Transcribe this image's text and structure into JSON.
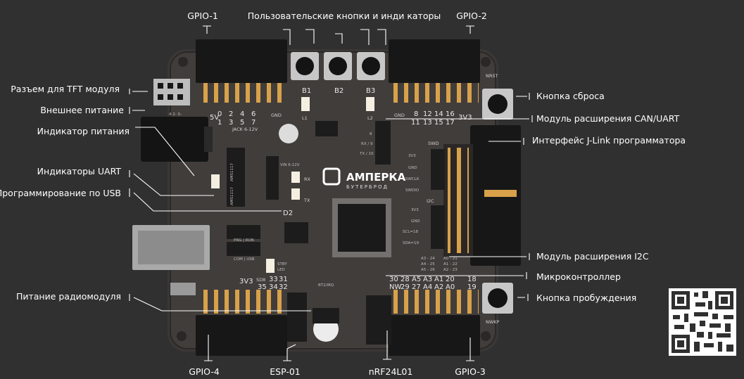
{
  "title": "Пользовательские кнопки и инди каторы",
  "labels": {
    "gpio1": "GPIO-1",
    "gpio2": "GPIO-2",
    "gpio3": "GPIO-3",
    "gpio4": "GPIO-4",
    "tft": "Разъем для TFT модуля",
    "ext_power": "Внешнее питание",
    "power_led": "Индикатор питания",
    "uart_leds": "Индикаторы UART",
    "usb_prog": "Программирование по USB",
    "radio_power": "Питание радиомодуля",
    "reset": "Кнопка сброса",
    "can_uart": "Модуль расширения CAN/UART",
    "jlink": "Интерфейс J-Link программатора",
    "i2c": "Модуль расширения I2C",
    "mcu": "Микроконтроллер",
    "wakeup": "Кнопка пробуждения",
    "esp01": "ESP-01",
    "nrf": "nRF24L01"
  },
  "board": {
    "brand": "АМПЕРКА",
    "brand_sub": "БУТЕРБРОД",
    "silk": {
      "b1": "B1",
      "b2": "B2",
      "b3": "B3",
      "l1": "L1",
      "l2": "L2",
      "nrst": "NRST",
      "nwkp": "NWKP",
      "v5": "5V",
      "gnd": "GND",
      "v3": "3V3",
      "jack": "JACK 6-12V",
      "vin": "VIN 6-12V",
      "rx": "RX",
      "tx": "TX",
      "d2": "D2",
      "swd": "SWD",
      "i2c": "I2C",
      "swclk": "SWCLK",
      "swdio": "SWDIO",
      "scl": "SCL=18",
      "sda": "SDA=19",
      "prg": "PRG | RUN",
      "com": "COM | USB",
      "stby": "STBY",
      "led": "LED",
      "bt": "BT2/IRQ",
      "ams": "AMS1117",
      "tft_pins": "4  2-  0-",
      "gpio1_top": [
        "0",
        "2",
        "4",
        "6"
      ],
      "gpio1_bot": [
        "1",
        "3",
        "5",
        "7"
      ],
      "gpio2_top": [
        "8",
        "12",
        "14",
        "16"
      ],
      "gpio2_bot": [
        "11",
        "13",
        "15",
        "17"
      ],
      "gpio3_top": [
        "30",
        "28",
        "A5",
        "A3",
        "A1",
        "20"
      ],
      "gpio3_bot": [
        "NW",
        "29",
        "27",
        "A4",
        "A2",
        "A0"
      ],
      "gpio3_side": [
        "18",
        "19"
      ],
      "gpio4_top": [
        "SD8",
        "33",
        "31"
      ],
      "gpio4_bot": [
        "35",
        "34",
        "32"
      ],
      "can_pins": [
        "8",
        "RX / 9",
        "TX / 10"
      ],
      "a_pins": [
        "A3 - 24",
        "A4 - 25",
        "A5 - 26"
      ],
      "a_pins2": [
        "A0 - 21",
        "A1 - 22",
        "A2 - 23"
      ]
    }
  },
  "icons": {
    "qr": "qr-code-icon"
  }
}
